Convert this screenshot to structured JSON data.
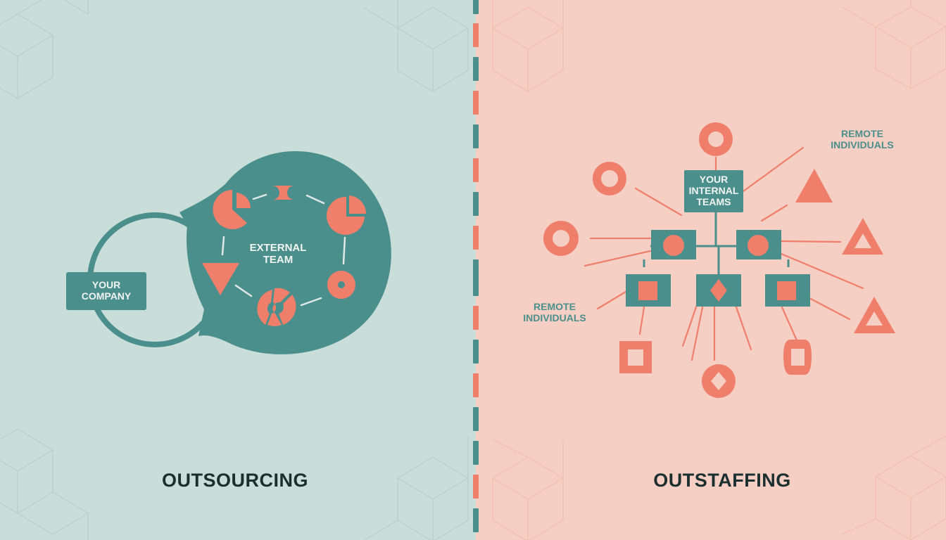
{
  "colors": {
    "left_background": "#c9ddd9",
    "right_background": "#f5cfc4",
    "teal": "#4a8f8c",
    "coral": "#ef7f6a",
    "heading_text": "#1b2e30",
    "box_text": "#f2f4f1"
  },
  "left": {
    "heading": "OUTSOURCING",
    "company_box": "YOUR\nCOMPANY",
    "external_team_label": "EXTERNAL\nTEAM",
    "ring_shapes": [
      "pie-chart-icon",
      "bowtie-icon",
      "pie-chart-icon",
      "ring-icon",
      "keyhole-icon",
      "triangle-down-icon"
    ]
  },
  "right": {
    "heading": "OUTSTAFFING",
    "root_box": "YOUR\nINTERNAL\nTEAMS",
    "remote_label_top": "REMOTE\nINDIVIDUALS",
    "remote_label_left": "REMOTE\nINDIVIDUALS",
    "level1_nodes": [
      "circle",
      "circle"
    ],
    "level2_nodes": [
      "square",
      "diamond",
      "square"
    ],
    "outer_shapes": [
      "ring",
      "ring",
      "ring",
      "triangle",
      "triangle-outline",
      "triangle-outline",
      "square-outline",
      "circle-diamond",
      "rounded-square-outline"
    ]
  },
  "divider": {
    "pattern": [
      "teal",
      "coral"
    ]
  }
}
